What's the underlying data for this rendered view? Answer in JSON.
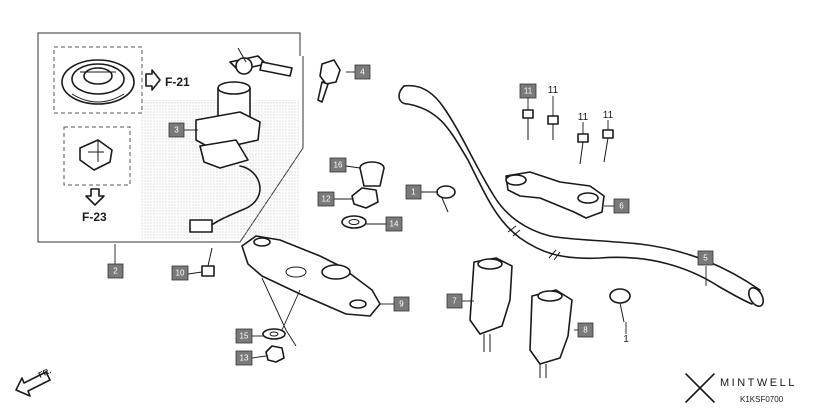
{
  "callouts": [
    "1",
    "2",
    "3",
    "4",
    "5",
    "6",
    "7",
    "8",
    "9",
    "10",
    "11",
    "12",
    "13",
    "14",
    "15",
    "16"
  ],
  "plain_labels": {
    "eleven": "11",
    "one": "1"
  },
  "references": {
    "fuel_cap": "F-21",
    "ignition": "F-23"
  },
  "direction": "FR.",
  "diagram_code": "K1KSF0700",
  "brand": "MINTWELL"
}
